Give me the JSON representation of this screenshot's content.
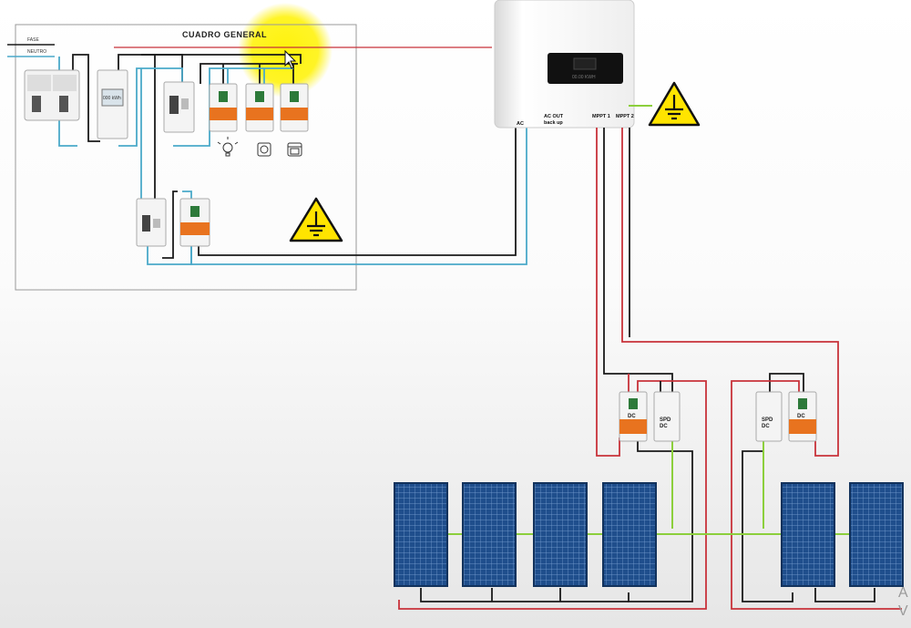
{
  "panel": {
    "title": "CUADRO GENERAL",
    "line_labels": [
      "FASE",
      "NEUTRO"
    ]
  },
  "inverter": {
    "display_text": "00.00 KWH",
    "port_labels": [
      "AC",
      "AC OUT\nback up",
      "MPPT 1",
      "MPPT 2"
    ]
  },
  "protection_boxes": [
    {
      "breaker_label": "DC",
      "spd_label": "SPD\nDC"
    },
    {
      "breaker_label": "DC",
      "spd_label": "SPD\nDC"
    }
  ],
  "devices": {
    "meter_label": "000 kWh",
    "loads": [
      "light-bulb-icon",
      "socket-icon",
      "oven-icon"
    ]
  },
  "watermark": "A\nV",
  "colors": {
    "phase": "#1a1a1a",
    "neutral": "#4aa9c9",
    "dc_positive": "#c8323a",
    "dc_negative": "#1a1a1a",
    "earth": "#8ccf3c",
    "cursor_highlight": "#fff200",
    "panel_cell": "#1f4e8c"
  }
}
